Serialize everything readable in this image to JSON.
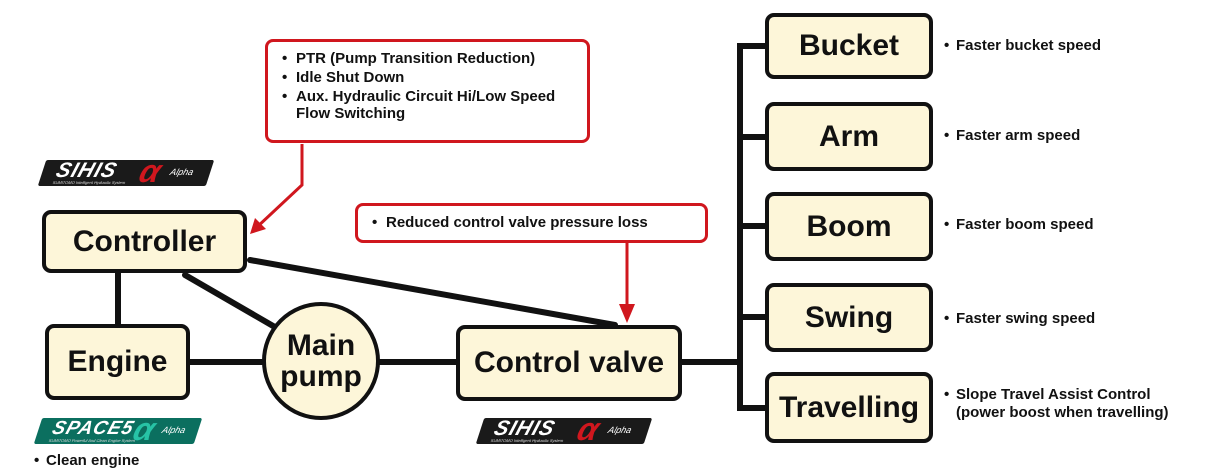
{
  "nodes": {
    "controller": "Controller",
    "engine": "Engine",
    "main_pump": [
      "Main",
      "pump"
    ],
    "control_valve": "Control valve",
    "bucket": "Bucket",
    "arm": "Arm",
    "boom": "Boom",
    "swing": "Swing",
    "travelling": "Travelling"
  },
  "controller_callout": {
    "items": [
      "PTR (Pump Transition Reduction)",
      "Idle Shut Down",
      "Aux. Hydraulic Circuit Hi/Low Speed Flow Switching"
    ]
  },
  "valve_callout": {
    "items": [
      "Reduced control valve pressure loss"
    ]
  },
  "outputs": {
    "bucket": "Faster bucket speed",
    "arm": "Faster arm speed",
    "boom": "Faster boom speed",
    "swing": "Faster swing speed",
    "travelling": [
      "Slope Travel Assist Control",
      "(power boost when travelling)"
    ]
  },
  "engine_note": "Clean engine",
  "badges": {
    "sihis_top": {
      "text": "SIHIS",
      "sub": "SUMITOMO Intelligent Hydraulic System",
      "alpha_label": "Alpha"
    },
    "sihis_bottom": {
      "text": "SIHIS",
      "sub": "SUMITOMO Intelligent Hydraulic System",
      "alpha_label": "Alpha"
    },
    "space5": {
      "text": "SPACE5",
      "sub": "SUMITOMO Powerful And Clean Engine System",
      "alpha_label": "Alpha"
    }
  },
  "colors": {
    "node_fill": "#fdf6d9",
    "outline": "#111111",
    "callout_red": "#d0171e",
    "sihis_bg": "#1a1a1a",
    "space5_bg": "#0b6f5f"
  }
}
